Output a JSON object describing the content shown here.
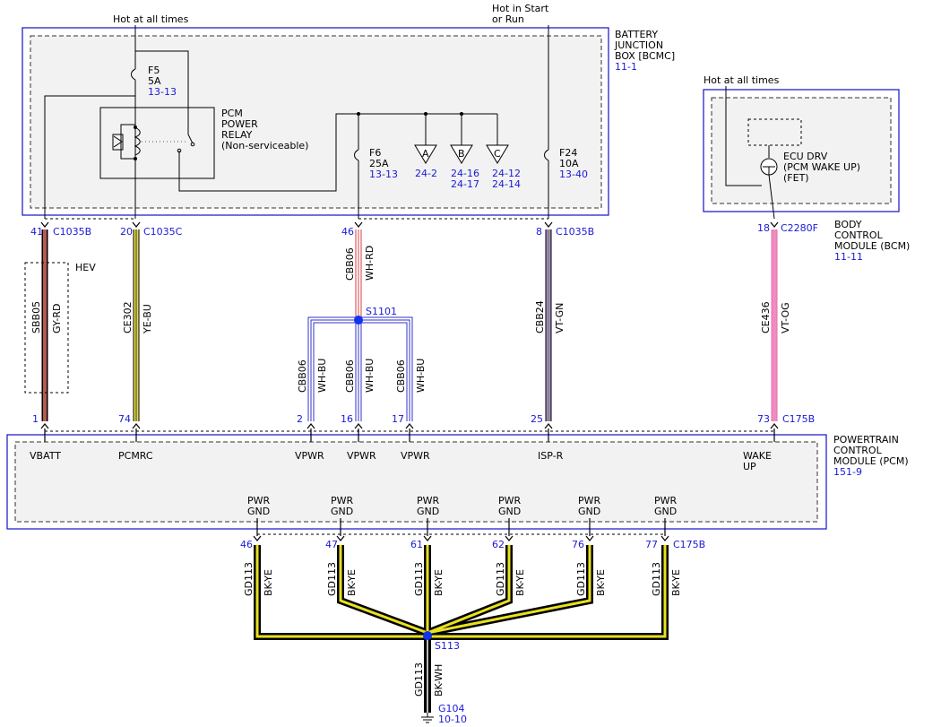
{
  "header": {
    "hot_at_all_times": "Hot at all times",
    "hot_in_start_1": "Hot in Start",
    "hot_in_start_2": "or Run",
    "hot_at_all_times_bcm": "Hot at all times"
  },
  "bjb": {
    "name_lines": [
      "BATTERY",
      "JUNCTION",
      "BOX [BCMC]"
    ],
    "ref": "11-1",
    "relay_lines": [
      "PCM",
      "POWER",
      "RELAY",
      "(Non-serviceable)"
    ],
    "fuses": [
      {
        "name": "F5",
        "rating": "5A",
        "ref": "13-13"
      },
      {
        "name": "F6",
        "rating": "25A",
        "ref": "13-13"
      },
      {
        "name": "F24",
        "rating": "10A",
        "ref": "13-40"
      }
    ],
    "taps": [
      {
        "letter": "A",
        "refs": [
          "24-2"
        ]
      },
      {
        "letter": "B",
        "refs": [
          "24-16",
          "24-17"
        ]
      },
      {
        "letter": "C",
        "refs": [
          "24-12",
          "24-14"
        ]
      }
    ]
  },
  "bcm": {
    "name_lines": [
      "BODY",
      "CONTROL",
      "MODULE (BCM)"
    ],
    "ref": "11-11",
    "fet_lines": [
      "ECU DRV",
      "(PCM WAKE UP)",
      "(FET)"
    ]
  },
  "pcm": {
    "name_lines": [
      "POWERTRAIN",
      "CONTROL",
      "MODULE (PCM)"
    ],
    "ref": "151-9",
    "inputs": [
      "VBATT",
      "PCMRC",
      "VPWR",
      "VPWR",
      "VPWR",
      "ISP-R"
    ],
    "wake_lines": [
      "WAKE",
      "UP"
    ],
    "pwr_gnd_lines": [
      "PWR",
      "GND"
    ]
  },
  "top_connectors": [
    {
      "pin": "41",
      "conn": "C1035B"
    },
    {
      "pin": "20",
      "conn": "C1035C"
    },
    {
      "pin": "46",
      "conn": ""
    },
    {
      "pin": "8",
      "conn": "C1035B"
    },
    {
      "pin": "18",
      "conn": "C2280F"
    }
  ],
  "pcm_pins": [
    {
      "pin": "1"
    },
    {
      "pin": "74"
    },
    {
      "pin": "2"
    },
    {
      "pin": "16"
    },
    {
      "pin": "17"
    },
    {
      "pin": "25"
    },
    {
      "pin": "73",
      "conn": "C175B"
    }
  ],
  "wires": {
    "sbb05": {
      "circuit": "SBB05",
      "color": "GY-RD"
    },
    "ce302": {
      "circuit": "CE302",
      "color": "YE-BU"
    },
    "cbb06_main": {
      "circuit": "CBB06",
      "color": "WH-RD"
    },
    "cbb06_branches": [
      {
        "circuit": "CBB06",
        "color": "WH-BU"
      },
      {
        "circuit": "CBB06",
        "color": "WH-BU"
      },
      {
        "circuit": "CBB06",
        "color": "WH-BU"
      }
    ],
    "cbb24": {
      "circuit": "CBB24",
      "color": "VT-GN"
    },
    "ce436": {
      "circuit": "CE436",
      "color": "VT-OG"
    },
    "gd113_branch": {
      "circuit": "GD113",
      "color": "BK-YE"
    },
    "gd113_main": {
      "circuit": "GD113",
      "color": "BK-WH"
    }
  },
  "hev_label": "HEV",
  "splices": {
    "s1101": "S1101",
    "s113": "S113"
  },
  "ground_pins": [
    "46",
    "47",
    "61",
    "62",
    "76",
    "77"
  ],
  "ground_conn": "C175B",
  "ground": {
    "name": "G104",
    "ref": "10-10"
  },
  "colors": {
    "box_border": "#2222cc",
    "ref_text": "#1a1ad6",
    "gy_rd": "#b85a50",
    "ye_bu": "#e8e020",
    "wh_rd": "#f0a0a0",
    "wh_bu": "#7777dd",
    "vt_gn": "#b080c8",
    "vt_og": "#f08cc0",
    "bk_ye": "#e8e020",
    "splice": "#1133ee"
  }
}
